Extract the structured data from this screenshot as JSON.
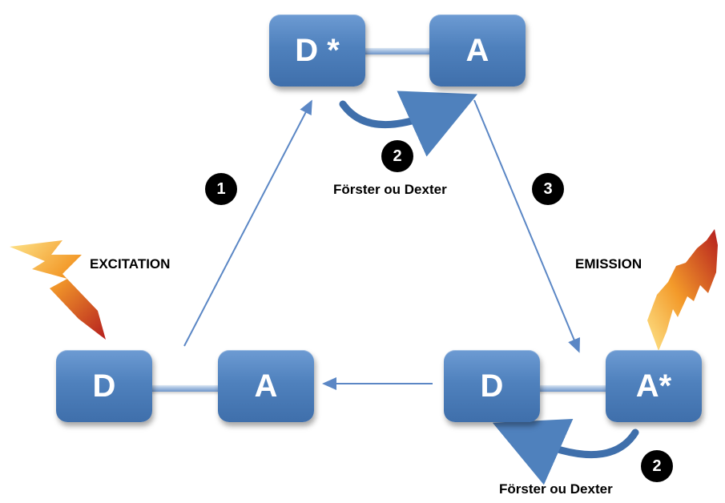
{
  "boxes": {
    "top_left": "D *",
    "top_right": "A",
    "left_d": "D",
    "left_a": "A",
    "right_d": "D",
    "right_a": "A*"
  },
  "steps": {
    "step1": "1",
    "step2_top": "2",
    "step3": "3",
    "step2_bottom": "2"
  },
  "labels": {
    "excitation": "EXCITATION",
    "emission": "EMISSION",
    "transfer_top": "Förster ou Dexter",
    "transfer_bottom": "Förster ou Dexter"
  },
  "colors": {
    "box": "#4f81bd",
    "arrow": "#5b87c5",
    "badge": "#000000",
    "lightning_hot": "#f8c23a",
    "lightning_deep": "#c0241f"
  },
  "icons": [
    "excitation-lightning-icon",
    "emission-lightning-icon"
  ]
}
